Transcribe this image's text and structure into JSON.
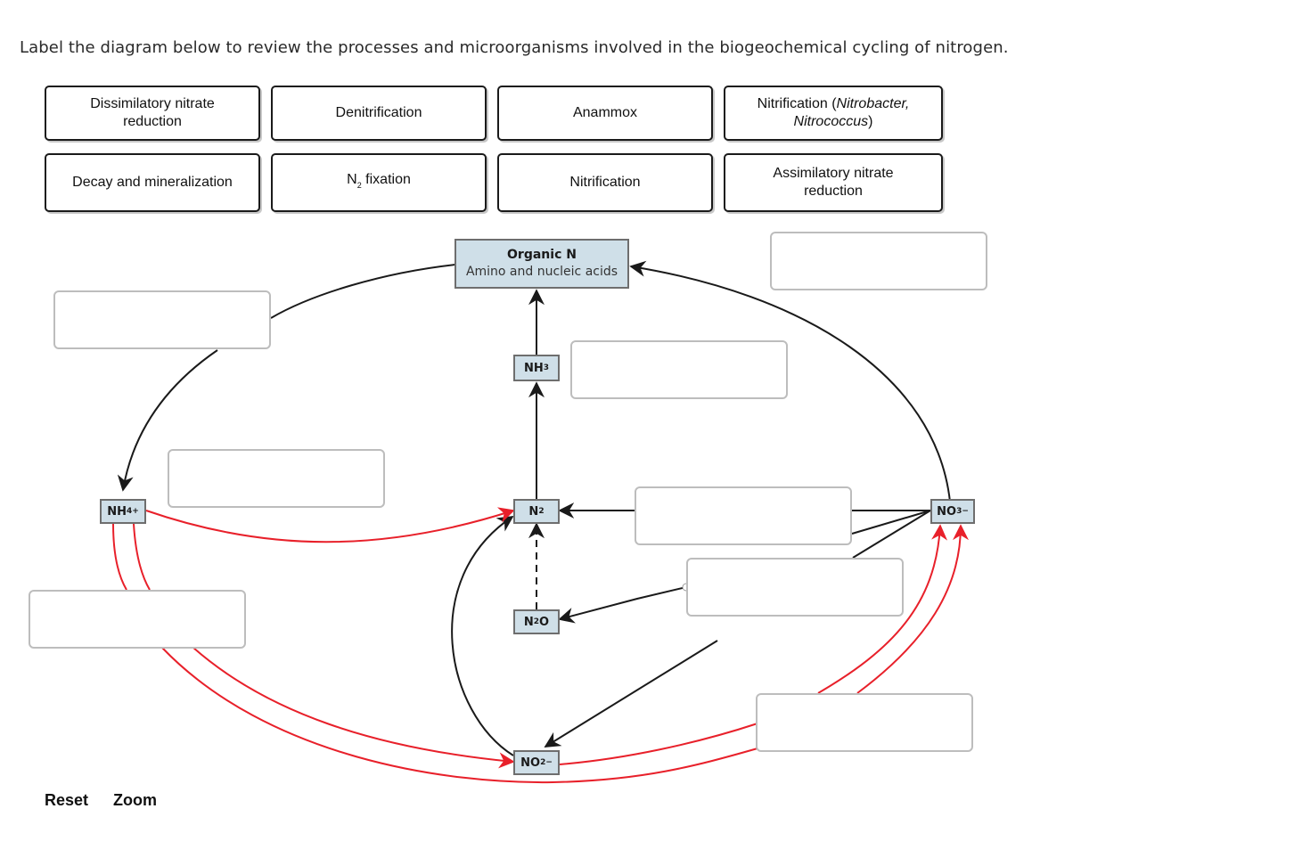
{
  "instruction": "Label the diagram below to review the processes and microorganisms involved in the biogeochemical cycling of nitrogen.",
  "label_bank": [
    {
      "id": "dissimilatory-nitrate-reduction",
      "text": "Dissimilatory nitrate reduction"
    },
    {
      "id": "denitrification",
      "text": "Denitrification"
    },
    {
      "id": "anammox",
      "text": "Anammox"
    },
    {
      "id": "nitrification-nitrobacter",
      "text_plain": "Nitrification (",
      "text_italic_1": "Nitrobacter,",
      "text_italic_2": "Nitrococcus",
      "text_close": ")"
    },
    {
      "id": "decay-and-mineralization",
      "text": "Decay and mineralization"
    },
    {
      "id": "n2-fixation",
      "text_main": "N",
      "text_sub": "2",
      "text_rest": " fixation"
    },
    {
      "id": "nitrification",
      "text": "Nitrification"
    },
    {
      "id": "assimilatory-nitrate-reduction",
      "text": "Assimilatory nitrate reduction"
    }
  ],
  "nodes": {
    "organic_n": {
      "title": "Organic N",
      "subtitle": "Amino and nucleic acids"
    },
    "nh3": {
      "base": "NH",
      "sub": "3"
    },
    "nh4": {
      "base": "NH",
      "sub": "4",
      "sup": "+"
    },
    "n2": {
      "base": "N",
      "sub": "2"
    },
    "n2o": {
      "base": "N",
      "sub": "2",
      "rest": "O"
    },
    "no2": {
      "base": "NO",
      "sub": "2",
      "sup": "−"
    },
    "no3": {
      "base": "NO",
      "sub": "3",
      "sup": "−"
    }
  },
  "drop_zones": [
    {
      "id": "zone-top-right",
      "value": ""
    },
    {
      "id": "zone-upper-left",
      "value": ""
    },
    {
      "id": "zone-nh3",
      "value": ""
    },
    {
      "id": "zone-mid-left",
      "value": ""
    },
    {
      "id": "zone-n2-right",
      "value": ""
    },
    {
      "id": "zone-n2o-right",
      "value": ""
    },
    {
      "id": "zone-lower-left",
      "value": ""
    },
    {
      "id": "zone-bottom-right",
      "value": ""
    }
  ],
  "controls": {
    "reset": "Reset",
    "zoom": "Zoom"
  },
  "colors": {
    "node_fill": "#cfdfe8",
    "black_arrow": "#1a1a1a",
    "red_arrow": "#e8202a",
    "zone_border": "#bdbdbd"
  }
}
